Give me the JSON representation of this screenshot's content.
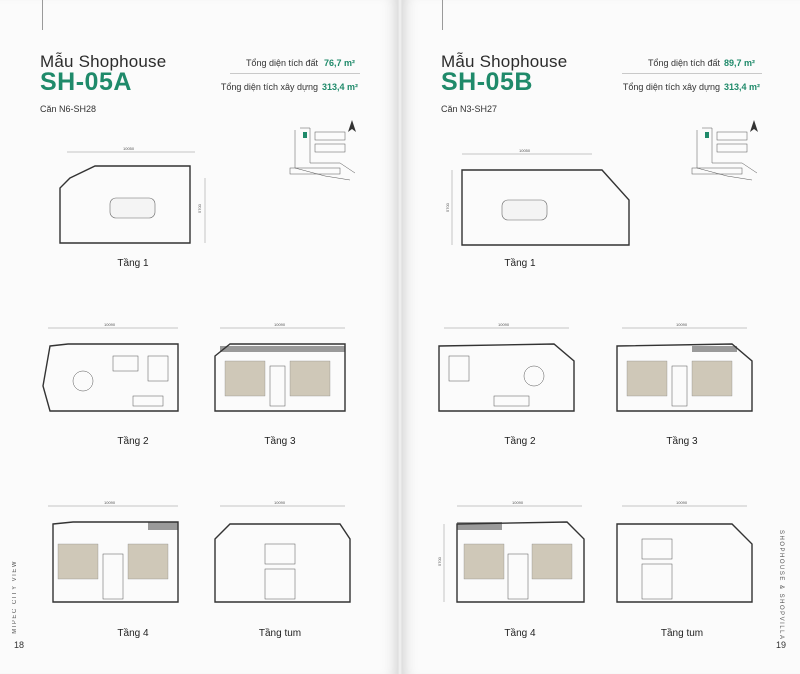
{
  "left": {
    "model_label": "Mẫu Shophouse",
    "model_code": "SH-05A",
    "unit": "Căn N6-SH28",
    "land_area_label": "Tổng diện tích đất",
    "land_area_value": "76,7 m²",
    "build_area_label": "Tổng diện tích xây dựng",
    "build_area_value": "313,4 m²",
    "floors": [
      "Tầng 1",
      "Tầng 2",
      "Tầng 3",
      "Tầng 4",
      "Tầng tum"
    ],
    "side_text": "MIPEC CITY VIEW",
    "page_number": "18"
  },
  "right": {
    "model_label": "Mẫu Shophouse",
    "model_code": "SH-05B",
    "unit": "Căn N3-SH27",
    "land_area_label": "Tổng diện tích đất",
    "land_area_value": "89,7 m²",
    "build_area_label": "Tổng diện tích xây dựng",
    "build_area_value": "313,4 m²",
    "floors": [
      "Tầng 1",
      "Tầng 2",
      "Tầng 3",
      "Tầng 4",
      "Tầng tum"
    ],
    "side_text": "SHOPHOUSE & SHOPVILLA",
    "page_number": "19"
  },
  "dimensions": {
    "width_label": "10050",
    "width_label_b": "10090",
    "depth_label": "5700"
  },
  "colors": {
    "accent": "#1f8a6a",
    "room_fill": "#cfc8b8"
  }
}
